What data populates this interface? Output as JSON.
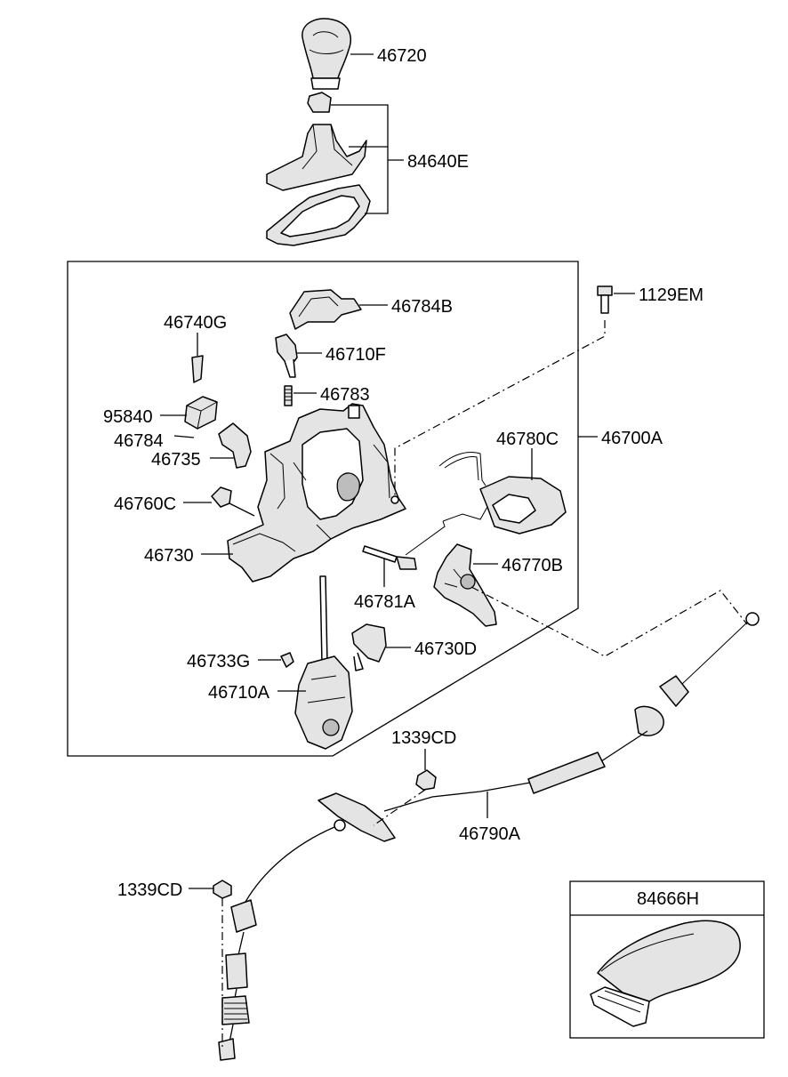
{
  "labels": {
    "p46720": "46720",
    "p84640E": "84640E",
    "p46784B": "46784B",
    "p1129EM": "1129EM",
    "p46740G": "46740G",
    "p46710F": "46710F",
    "p46783": "46783",
    "p95840": "95840",
    "p46784": "46784",
    "p46735": "46735",
    "p46780C": "46780C",
    "p46700A": "46700A",
    "p46760C": "46760C",
    "p46730": "46730",
    "p46770B": "46770B",
    "p46781A": "46781A",
    "p46733G": "46733G",
    "p46730D": "46730D",
    "p46710A": "46710A",
    "p1339CD_top": "1339CD",
    "p46790A": "46790A",
    "p1339CD_left": "1339CD",
    "p84666H": "84666H"
  }
}
